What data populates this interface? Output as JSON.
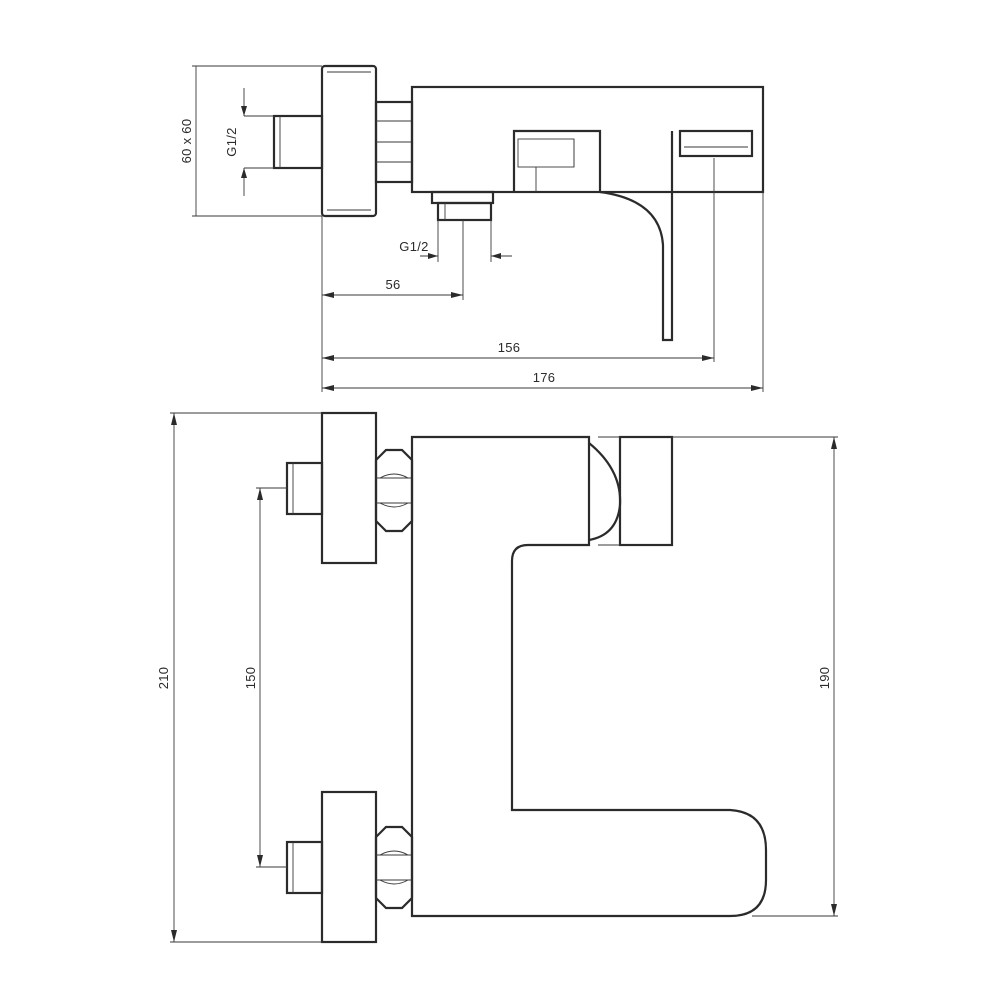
{
  "top_view": {
    "flange_label": "60 x 60",
    "inlet_thread": "G1/2",
    "outlet_thread": "G1/2",
    "dim_outlet": "56",
    "dim_spout": "156",
    "dim_total": "176"
  },
  "front_view": {
    "dim_total_height": "210",
    "dim_inlet_spacing": "150",
    "dim_body_height": "190"
  },
  "colors": {
    "line": "#2b2b2b",
    "background": "#ffffff"
  }
}
